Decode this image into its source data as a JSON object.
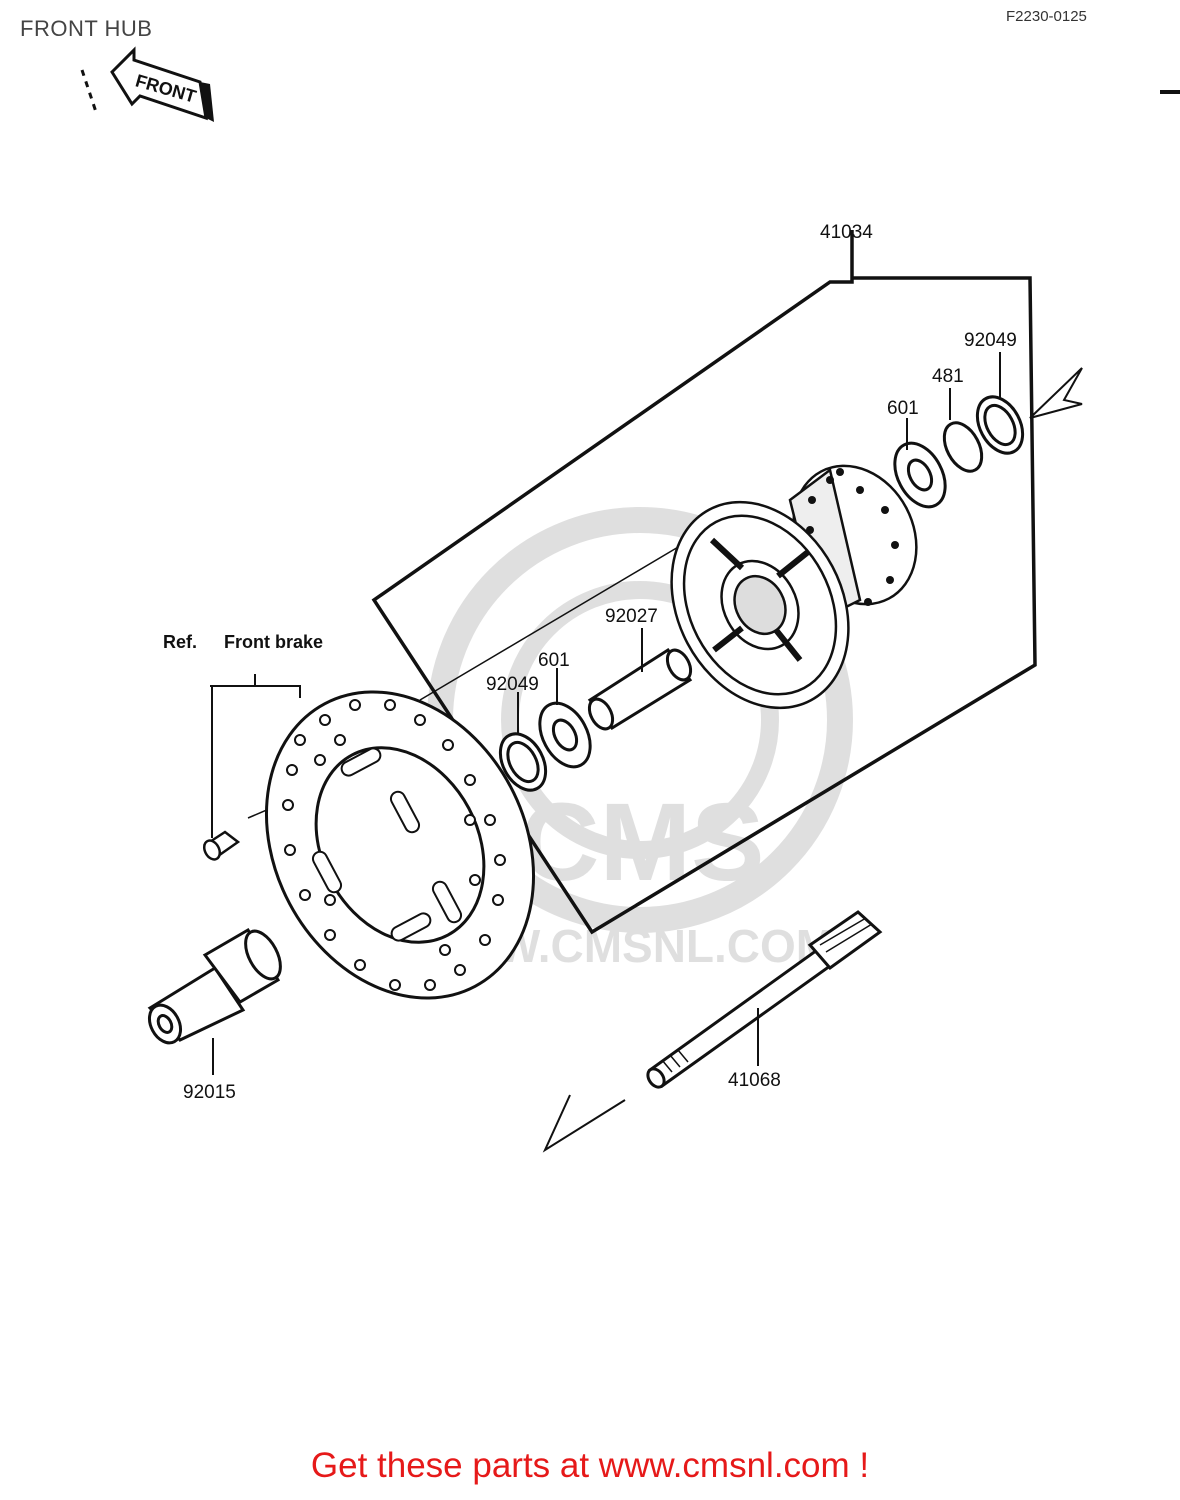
{
  "header": {
    "title": "FRONT HUB",
    "figure_code": "F2230-0125"
  },
  "arrow_label": "FRONT",
  "watermark": {
    "text": "WWW.CMSNL.COM",
    "logo": "CMS"
  },
  "labels": {
    "hub_assembly": "41034",
    "oil_seal_right": "92049",
    "circlip": "481",
    "bearing_right": "601",
    "spacer": "92027",
    "bearing_left": "601",
    "oil_seal_left": "92049",
    "collar": "92015",
    "axle": "41068",
    "ref_prefix": "Ref.",
    "ref_text": "Front brake"
  },
  "footer": {
    "text": "Get these parts at www.cmsnl.com !",
    "color": "#e61919"
  }
}
